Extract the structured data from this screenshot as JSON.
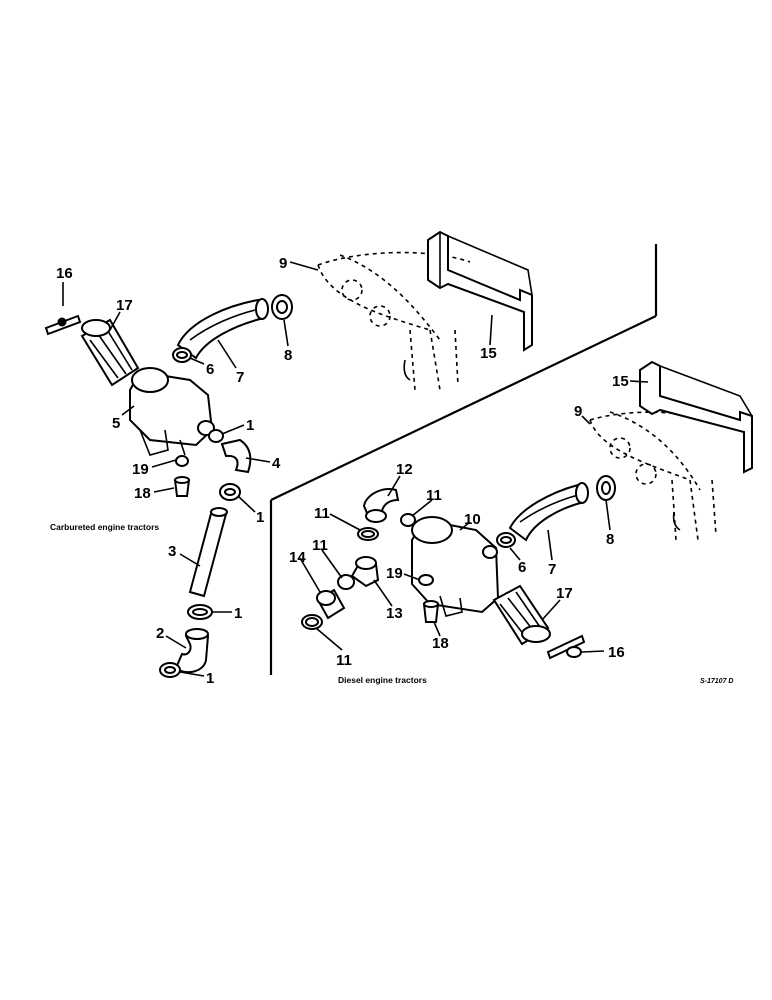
{
  "captions": {
    "carbureted": "Carbureted engine tractors",
    "diesel": "Diesel engine tractors",
    "reference": "S-17107 D"
  },
  "callouts": {
    "left": [
      "16",
      "17",
      "5",
      "6",
      "7",
      "8",
      "9",
      "15",
      "1",
      "4",
      "19",
      "18",
      "1",
      "3",
      "1",
      "2",
      "1"
    ],
    "right": [
      "15",
      "9",
      "8",
      "7",
      "6",
      "10",
      "12",
      "11",
      "11",
      "14",
      "11",
      "13",
      "11",
      "19",
      "18",
      "17",
      "16"
    ]
  }
}
